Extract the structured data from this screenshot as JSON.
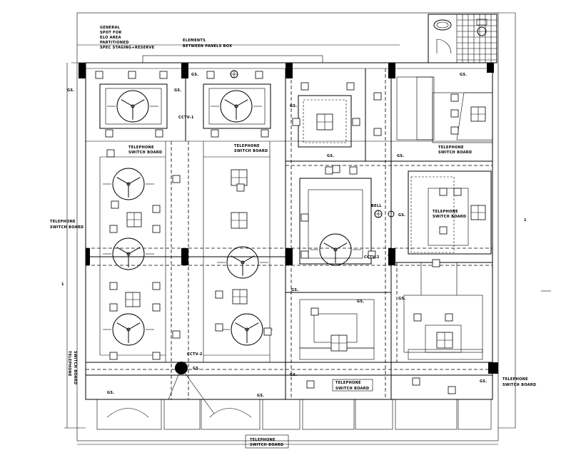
{
  "notes": {
    "top_left_lines": [
      "GENERAL",
      "SPOT FOR",
      "ELO AREA",
      "PARTITIONED",
      "SPEC STAGING+RESERVE"
    ],
    "top_left_arrow": "ELEMENTS",
    "top_left_arrow2": "BETWEEN PANELS BOX"
  },
  "labels": {
    "gs": "GS.",
    "cctv": "CCTV-1",
    "cctv2": "CCTV-2",
    "cctv3": "CCTV-2",
    "tel": "TELEPHONE",
    "switch": "SWITCH BOARD",
    "bell": "BELL",
    "dim": "1",
    "scale": "1"
  },
  "telephone_boxes": [
    {
      "line1": "TELEPHONE",
      "line2": "SWITCH BOARD"
    },
    {
      "line1": "TELEPHONE",
      "line2": "SWITCH BOARD"
    },
    {
      "line1": "TELEPHONE",
      "line2": "SWITCH BOARD"
    },
    {
      "line1": "TELEPHONE",
      "line2": "SWITCH BOARD"
    },
    {
      "line1": "TELEPHONE",
      "line2": "SWITCH BOARD"
    },
    {
      "line1": "TELEPHONE",
      "line2": "SWITCH BOARD"
    },
    {
      "line1": "TELEPHONE",
      "line2": "SWITCH BOARD"
    },
    {
      "line1": "TELEPHONE",
      "line2": "SWITCH BOARD"
    }
  ]
}
